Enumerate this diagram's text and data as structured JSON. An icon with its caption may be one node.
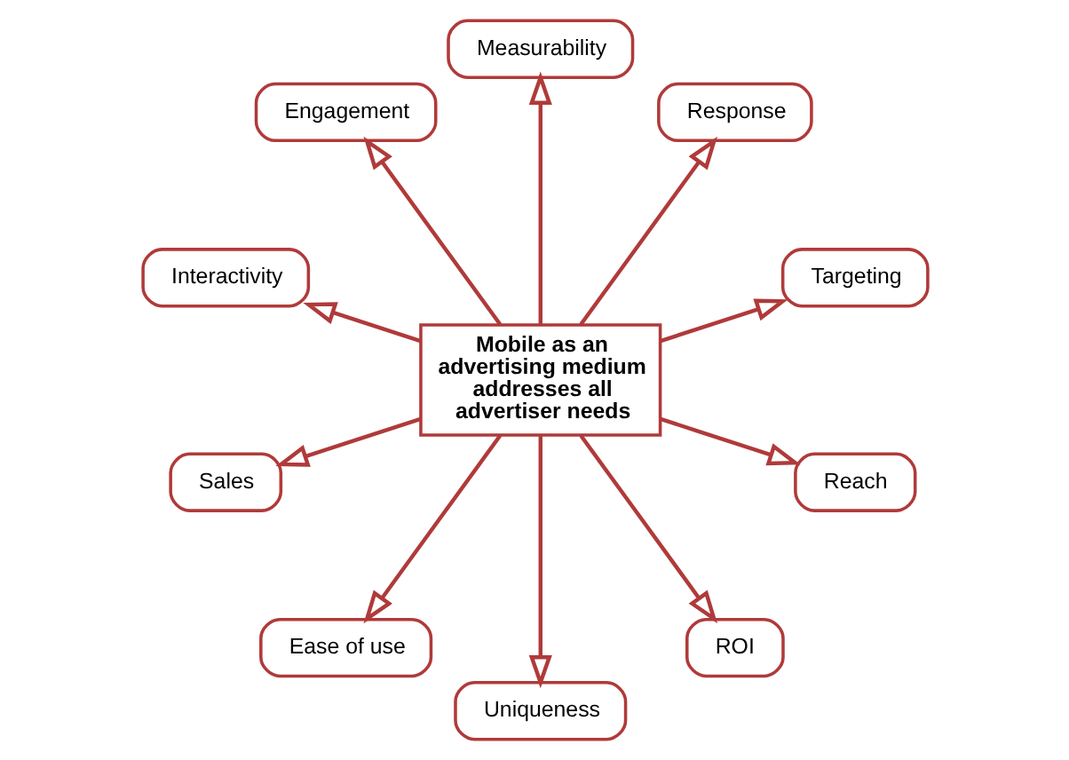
{
  "diagram": {
    "nodes": [
      {
        "text": [
          "Mobile as an advertising medium addresses all advertiser needs"
        ]
      },
      {
        "text": [
          "Targeting"
        ]
      },
      {
        "text": [
          "Response"
        ]
      },
      {
        "text": [
          "Measurability"
        ]
      },
      {
        "text": [
          "Engagement"
        ]
      },
      {
        "text": [
          "Interactivity"
        ]
      },
      {
        "text": [
          "Sales"
        ]
      },
      {
        "text": [
          "Ease of use"
        ]
      },
      {
        "text": [
          "Uniqueness"
        ]
      },
      {
        "text": [
          "ROI"
        ]
      },
      {
        "text": [
          "Reach"
        ]
      }
    ],
    "edges": [
      {
        "from": 0,
        "to": 1,
        "arrow": "to"
      },
      {
        "from": 0,
        "to": 2,
        "arrow": "to"
      },
      {
        "from": 0,
        "to": 3,
        "arrow": "to"
      },
      {
        "from": 0,
        "to": 4,
        "arrow": "to"
      },
      {
        "from": 0,
        "to": 5,
        "arrow": "to"
      },
      {
        "from": 0,
        "to": 6,
        "arrow": "to"
      },
      {
        "from": 0,
        "to": 7,
        "arrow": "to"
      },
      {
        "from": 0,
        "to": 8,
        "arrow": "to"
      },
      {
        "from": 0,
        "to": 9,
        "arrow": "to"
      },
      {
        "from": 0,
        "to": 10,
        "arrow": "to"
      }
    ]
  }
}
